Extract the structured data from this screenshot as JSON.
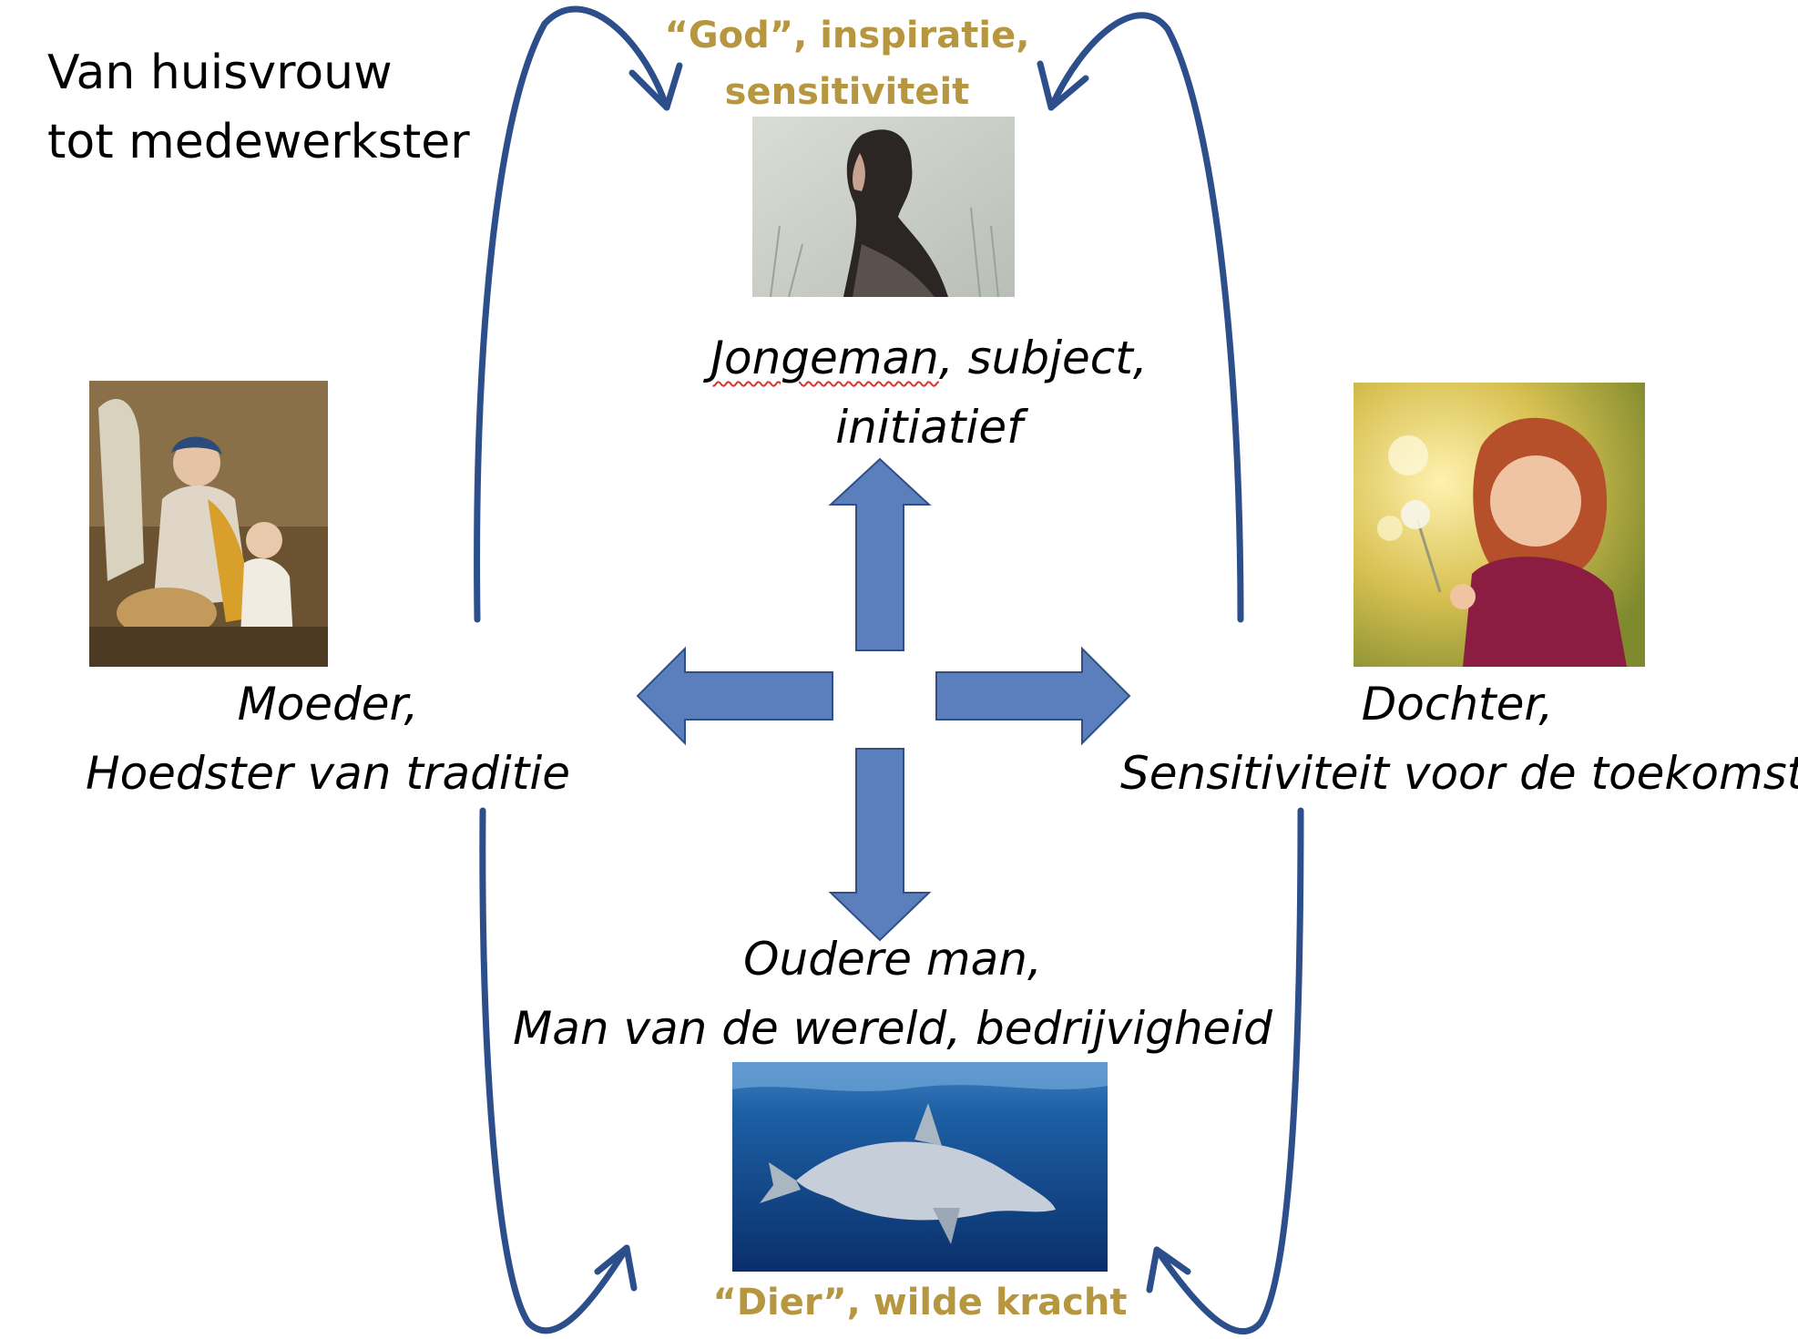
{
  "slide": {
    "title_lines": [
      "Van huisvrouw",
      "tot medewerkster"
    ]
  },
  "top": {
    "caption_lines": [
      "“God”, inspiratie,",
      "sensitiviteit"
    ],
    "label_word_marked": "Jongeman",
    "label_line1_rest": ", subject,",
    "label_line2": "initiatief"
  },
  "left": {
    "label_line1": "Moeder,",
    "label_line2": "Hoedster van traditie"
  },
  "right": {
    "label_line1": "Dochter,",
    "label_line2": "Sensitiviteit voor de toekomst"
  },
  "bottom": {
    "label_line1": "Oudere man,",
    "label_line2": "Man van de wereld, bedrijvigheid",
    "caption": "“Dier”, wilde kracht"
  },
  "colors": {
    "caption_gold": "#b6963f",
    "arrow_fill": "#5b7fbd",
    "arrow_stroke": "#2f4f86",
    "curve": "#2c4f8c"
  },
  "images": {
    "top": "photo-woman-profile",
    "left": "painting-mother-child",
    "right": "photo-girl-dandelion",
    "bottom": "photo-dolphin-underwater"
  }
}
